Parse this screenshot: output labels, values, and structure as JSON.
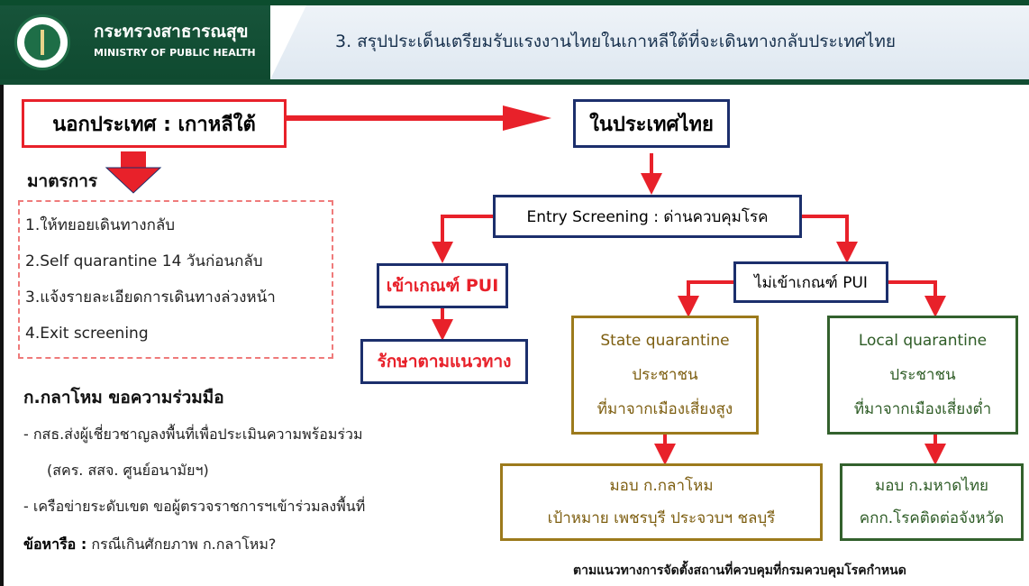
{
  "header": {
    "ministry_th": "กระทรวงสาธารณสุข",
    "ministry_en": "MINISTRY OF PUBLIC HEALTH",
    "title": "3. สรุปประเด็นเตรียมรับแรงงานไทยในเกาหลีใต้ที่จะเดินทางกลับประเทศไทย"
  },
  "abroad": {
    "label": "นอกประเทศ : เกาหลีใต้"
  },
  "domestic": {
    "label": "ในประเทศไทย"
  },
  "measures": {
    "label": "มาตรการ",
    "items": [
      "1.ให้ทยอยเดินทางกลับ",
      "2.Self quarantine 14 วันก่อนกลับ",
      "3.แจ้งรายละเอียดการเดินทางล่วงหน้า",
      "4.Exit screening"
    ]
  },
  "entry_screening": {
    "label": "Entry Screening : ด่านควบคุมโรค"
  },
  "pui": {
    "label": "เข้าเกณฑ์ PUI",
    "treatment": "รักษาตามแนวทาง"
  },
  "non_pui": {
    "label": "ไม่เข้าเกณฑ์ PUI"
  },
  "state_quarantine": {
    "line1": "State quarantine",
    "line2": "ประชาชน",
    "line3": "ที่มาจากเมืองเสี่ยงสูง",
    "assign1": "มอบ ก.กลาโหม",
    "assign2": "เป้าหมาย เพชรบุรี ประจวบฯ ชลบุรี"
  },
  "local_quarantine": {
    "line1": "Local quarantine",
    "line2": "ประชาชน",
    "line3": "ที่มาจากเมืองเสี่ยงต่ำ",
    "assign1": "มอบ ก.มหาดไทย",
    "assign2": "คกก.โรคติดต่อจังหวัด"
  },
  "collaboration": {
    "title": "ก.กลาโหม ขอความร่วมมือ",
    "line1": "- กสธ.ส่งผู้เชี่ยวชาญลงพื้นที่เพื่อประเมินความพร้อมร่วม",
    "line2": "(สคร. สสจ. ศูนย์อนามัยฯ)",
    "line3": "- เครือข่ายระดับเขต ขอผู้ตรวจราชการฯเข้าร่วมลงพื้นที่",
    "question_label": "ข้อหารือ :",
    "question_text": " กรณีเกินศักยภาพ ก.กลาโหม?"
  },
  "footer_note": "ตามแนวทางการจัดตั้งสถานที่ควบคุมที่กรมควบคุมโรคกำหนด",
  "colors": {
    "red": "#e8212a",
    "navy": "#1c2f6c",
    "gold": "#9c7a1c",
    "green": "#33612d",
    "header_green": "#17543a"
  }
}
